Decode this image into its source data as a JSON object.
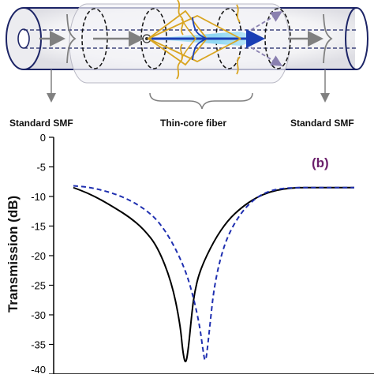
{
  "diagram": {
    "labels": {
      "left": "Standard SMF",
      "middle": "Thin-core fiber",
      "right": "Standard SMF"
    },
    "colors": {
      "fiber_outline": "#1c2466",
      "arrow_gray": "#808080",
      "ray_gold": "#d9a521",
      "beam_blue": "#1a3fb5",
      "beam_cyan": "#a8dff5",
      "dashed_arrow": "#8a80b0"
    }
  },
  "chart_data": {
    "type": "line",
    "panel_label": "(b)",
    "ylabel": "Transmission (dB)",
    "xlabel": "",
    "ylim": [
      -40,
      0
    ],
    "yticks": [
      0,
      -5,
      -10,
      -15,
      -20,
      -25,
      -30,
      -35,
      -40
    ],
    "grid": false,
    "series": [
      {
        "style": "solid",
        "color": "#000000",
        "x": [
          0,
          0.05,
          0.1,
          0.15,
          0.2,
          0.25,
          0.3,
          0.35,
          0.38,
          0.39,
          0.4,
          0.41,
          0.42,
          0.43,
          0.45,
          0.5,
          0.55,
          0.6,
          0.65,
          0.7,
          0.75,
          0.8,
          0.85,
          0.9,
          1.0
        ],
        "values": [
          -8.5,
          -9.4,
          -10.6,
          -12.0,
          -13.5,
          -15.5,
          -18.5,
          -24.5,
          -31.5,
          -36.5,
          -38.5,
          -35.5,
          -30.5,
          -26.5,
          -22.5,
          -17.5,
          -14.0,
          -11.8,
          -10.2,
          -9.2,
          -8.7,
          -8.5,
          -8.5,
          -8.5,
          -8.5
        ]
      },
      {
        "style": "dashed",
        "color": "#1f2fb0",
        "x": [
          0,
          0.05,
          0.1,
          0.15,
          0.2,
          0.25,
          0.3,
          0.35,
          0.4,
          0.43,
          0.45,
          0.46,
          0.47,
          0.48,
          0.49,
          0.5,
          0.52,
          0.55,
          0.6,
          0.65,
          0.7,
          0.75,
          0.8,
          0.85,
          0.9,
          1.0
        ],
        "values": [
          -8.2,
          -8.4,
          -8.9,
          -9.6,
          -10.6,
          -12.0,
          -14.0,
          -17.5,
          -22.5,
          -27.5,
          -32.0,
          -35.5,
          -38.5,
          -34.5,
          -30.0,
          -25.8,
          -21.0,
          -16.5,
          -12.5,
          -10.2,
          -9.0,
          -8.6,
          -8.5,
          -8.5,
          -8.5,
          -8.5
        ]
      }
    ]
  }
}
